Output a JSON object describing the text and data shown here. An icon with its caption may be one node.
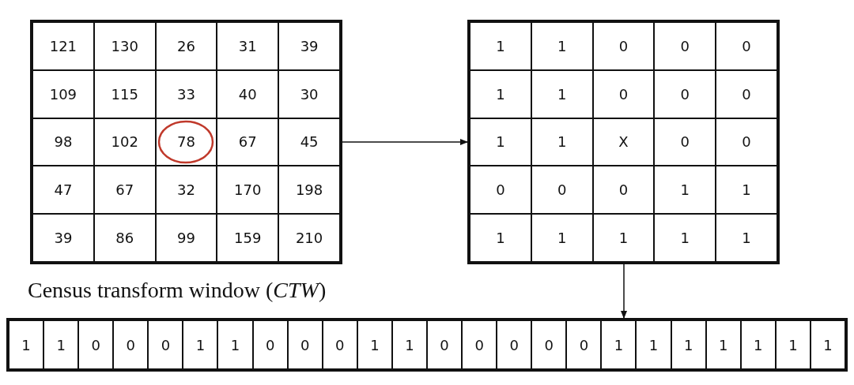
{
  "diagram": {
    "nodes": [
      {
        "text": [
          "121",
          "130",
          "26",
          "31",
          "39",
          "109",
          "115",
          "33",
          "40",
          "30",
          "98",
          "102",
          "78",
          "67",
          "45",
          "47",
          "67",
          "32",
          "170",
          "198",
          "39",
          "86",
          "99",
          "159",
          "210"
        ]
      },
      {
        "text": [
          "1",
          "1",
          "0",
          "0",
          "0",
          "1",
          "1",
          "0",
          "0",
          "0",
          "1",
          "1",
          "X",
          "0",
          "0",
          "0",
          "0",
          "0",
          "1",
          "1",
          "1",
          "1",
          "1",
          "1",
          "1"
        ]
      },
      {
        "text": [
          "1",
          "1",
          "0",
          "0",
          "0",
          "1",
          "1",
          "0",
          "0",
          "0",
          "1",
          "1",
          "0",
          "0",
          "0",
          "0",
          "0",
          "1",
          "1",
          "1",
          "1",
          "1",
          "1",
          "1"
        ]
      }
    ],
    "edges": [
      {
        "from": 0,
        "to": 1,
        "arrow": "to"
      },
      {
        "from": 1,
        "to": 2,
        "arrow": "to"
      }
    ],
    "labels": [
      "Census transform window (*CTW*)"
    ]
  }
}
